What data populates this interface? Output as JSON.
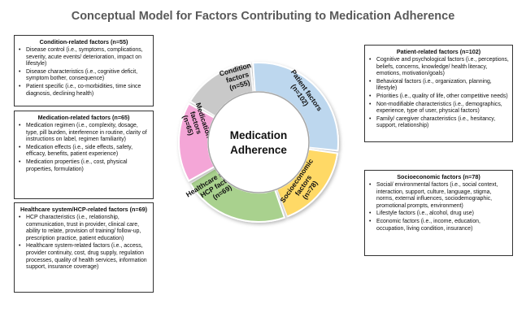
{
  "title": "Conceptual Model for Factors Contributing to Medication Adherence",
  "center": {
    "line1": "Medication",
    "line2": "Adherence"
  },
  "segments": [
    {
      "id": "condition",
      "lines": [
        "Condition",
        "factors",
        "(n=55)"
      ],
      "color": "#c9c9c9"
    },
    {
      "id": "patient",
      "lines": [
        "Patient factors",
        "(n=102)"
      ],
      "color": "#bdd7ee"
    },
    {
      "id": "socioeconomic",
      "lines": [
        "Socioeconomic",
        "factors",
        "(n=78)"
      ],
      "color": "#ffd966"
    },
    {
      "id": "healthcare",
      "lines": [
        "Healthcare system/",
        "HCP factors",
        "(n=69)"
      ],
      "color": "#a9d18e"
    },
    {
      "id": "medication",
      "lines": [
        "Medication",
        "factors",
        "(n=65)"
      ],
      "color": "#f4a6d7"
    }
  ],
  "boxes": {
    "condition": {
      "heading": "Condition-related factors (n=55)",
      "items": [
        "Disease control (i.e., symptoms, complications, severity, acute events/ deterioration, impact on lifestyle)",
        "Disease characteristics (i.e., cognitive deficit, symptom bother, consequence)",
        "Patient specific (i.e., co-morbidities, time since diagnosis, declining health)"
      ]
    },
    "medication": {
      "heading": "Medication-related factors (n=65)",
      "items": [
        "Medication regimen (i.e., complexity, dosage, type, pill burden, interference in routine, clarity of instructions on label, regimen familiarity)",
        "Medication effects (i.e., side effects, safety, efficacy, benefits, patient experience)",
        "Medication properties (i.e., cost, physical properties, formulation)"
      ]
    },
    "healthcare": {
      "heading": "Healthcare system/HCP-related factors (n=69)",
      "items": [
        "HCP characteristics (i.e., relationship, communication, trust in provider, clinical care, ability to relate, provision of training/ follow-up, prescription practice, patient education)",
        "Healthcare system-related factors (i.e., access, provider continuity, cost, drug supply, regulation processes, quality of health services, information support, insurance coverage)"
      ]
    },
    "patient": {
      "heading": "Patient-related factors (n=102)",
      "items": [
        "Cognitive and psychological factors (i.e., perceptions, beliefs, concerns, knowledge/ health literacy, emotions, motivation/goals)",
        "Behavioral factors (i.e., organization, planning, lifestyle)",
        "Priorities (i.e., quality of life, other competitive needs)",
        "Non-modifiable characteristics (i.e., demographics, experience, type of user, physical factors)",
        "Family/ caregiver characteristics (i.e., hesitancy, support, relationship)"
      ]
    },
    "socioeconomic": {
      "heading": "Socioeconomic factors (n=78)",
      "items": [
        "Social/ environmental factors (i.e., social context, interaction, support, culture, language, stigma, norms, external influences, sociodemographic, promotional prompts, environment)",
        "Lifestyle factors (i.e., alcohol, drug use)",
        "Economic factors (i.e., income, education, occupation, living condition, insurance)"
      ]
    }
  }
}
